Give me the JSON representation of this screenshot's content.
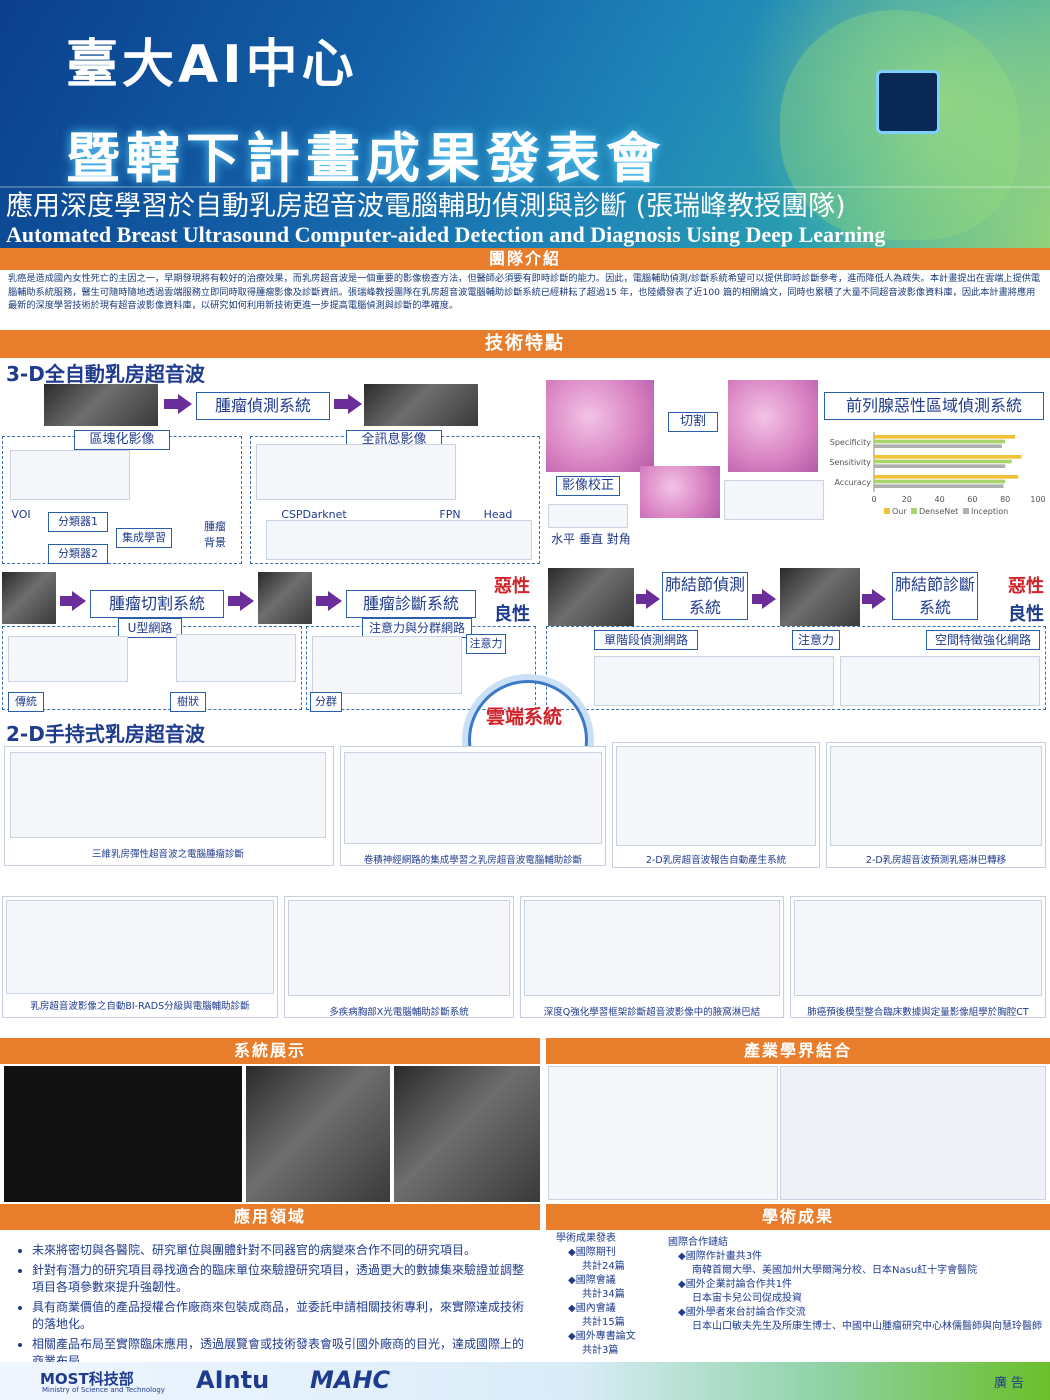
{
  "header": {
    "logo": "臺大AI中心",
    "title": "暨轄下計畫成果發表會",
    "subtitle_zh": "應用深度學習於自動乳房超音波電腦輔助偵測與診斷 (張瑞峰教授團隊)",
    "subtitle_en": "Automated Breast Ultrasound Computer-aided Detection and Diagnosis Using Deep Learning"
  },
  "intro": {
    "title": "團隊介紹",
    "text": "乳癌是造成國內女性死亡的主因之一，早期發現將有較好的治療效果，而乳房超音波是一個重要的影像檢查方法，但醫師必須要有即時診斷的能力。因此，電腦輔助偵測/診斷系統希望可以提供即時診斷參考，進而降低人為疏失。本計畫提出在雲端上提供電腦輔助系統服務，醫生可隨時隨地透過雲端服務立即同時取得腫瘤影像及診斷資訊。張瑞峰教授團隊在乳房超音波電腦輔助診斷系統已經耕耘了超過15 年，也陸續發表了近100 篇的相關論文，同時也累積了大量不同超音波影像資料庫，因此本計畫將應用最新的深度學習技術於現有超音波影像資料庫，以研究如何利用新技術更進一步提高電腦偵測與診斷的準確度。"
  },
  "tech": {
    "title": "技術特點",
    "section_3d": "3-D全自動乳房超音波",
    "section_2d": "2-D手持式乳房超音波",
    "tumor_detection": "腫瘤偵測系統",
    "prostate": "前列腺惡性區域偵測系統",
    "regionalized": "區塊化影像",
    "full_info": "全訊息影像",
    "cut": "切割",
    "correction": "影像校正",
    "planes": "水平 垂直 對角",
    "classifier1": "分類器1",
    "classifier2": "分類器2",
    "ensemble": "集成學習",
    "tumor": "腫瘤",
    "background": "背景",
    "voi": "VOI",
    "tumor_seg": "腫瘤切割系統",
    "tumor_dx": "腫瘤診斷系統",
    "malignant": "惡性",
    "benign": "良性",
    "lung_detect": "肺結節偵測系統",
    "lung_dx": "肺結節診斷系統",
    "unet": "U型網路",
    "attention_group": "注意力與分群網路",
    "attention": "注意力",
    "single_stage": "單階段偵測網路",
    "spatial": "空間特徵強化網路",
    "traditional": "傳統",
    "tree": "樹狀",
    "group": "分群",
    "cloud": "雲端系統",
    "cspdarknet": "CSPDarknet",
    "fpn": "FPN",
    "head": "Head",
    "specificity": "Specificity",
    "sensitivity": "Sensitivity",
    "accuracy": "Accuracy"
  },
  "chart_data": {
    "type": "bar",
    "categories": [
      "Specificity",
      "Sensitivity",
      "Accuracy"
    ],
    "series": [
      {
        "name": "Our",
        "values": [
          86,
          90,
          88
        ],
        "color": "#f2c13a"
      },
      {
        "name": "DenseNet",
        "values": [
          80,
          84,
          80
        ],
        "color": "#a7d46b"
      },
      {
        "name": "Inception",
        "values": [
          78,
          80,
          79
        ],
        "color": "#b0b0b0"
      }
    ],
    "xlim": [
      0,
      100
    ],
    "xticks": [
      0,
      20,
      40,
      60,
      80,
      100
    ]
  },
  "captions_2d": [
    "三維乳房彈性超音波之電腦腫瘤診斷",
    "卷積神經網路的集成學習之乳房超音波電腦輔助診斷",
    "2-D乳房超音波報告自動產生系統",
    "2-D乳房超音波預測乳癌淋巴轉移"
  ],
  "captions_row3": [
    "乳房超音波影像之自動BI-RADS分級與電腦輔助診斷",
    "多疾病胸部X光電腦輔助診斷系統",
    "深度Q強化學習框架診斷超音波影像中的腋窩淋巴結",
    "肺癌預後模型整合臨床數據與定量影像組學於胸腔CT"
  ],
  "sections": {
    "system_demo": "系統展示",
    "industry": "產業學界結合",
    "application": "應用領域",
    "results": "學術成果"
  },
  "application_items": [
    "未來將密切與各醫院、研究單位與團體針對不同器官的病變來合作不同的研究項目。",
    "針對有潛力的研究項目尋找適合的臨床單位來驗證研究項目，透過更大的數據集來驗證並調整項目各項參數來提升強韌性。",
    "具有商業價值的產品授權合作廠商來包裝成商品，並委託申請相關技術專利，來實際達成技術的落地化。",
    "相關產品布局至實際臨床應用，透過展覽會或技術發表會吸引國外廠商的目光，達成國際上的商業布局。"
  ],
  "results_left": {
    "head": "學術成果發表",
    "items": [
      {
        "label": "◆國際期刊",
        "value": "共計24篇"
      },
      {
        "label": "◆國際會議",
        "value": "共計34篇"
      },
      {
        "label": "◆國內會議",
        "value": "共計15篇"
      },
      {
        "label": "◆國外專書論文",
        "value": "共計3篇"
      }
    ]
  },
  "results_right": {
    "head": "國際合作鏈結",
    "line1": "◆國際作計畫共3件",
    "line2": "南韓首爾大學、美國加州大學爾灣分校、日本Nasu紅十字會醫院",
    "line3": "◆國外企業討論合作共1件",
    "line4": "日本宙卡兒公司促成投資",
    "line5": "◆國外學者來台討論合作交流",
    "line6": "日本山口敏夫先生及所康生博士、中國中山腫瘤研究中心林儒醫師與向慧玲醫師"
  },
  "footer": {
    "most": "MOST科技部",
    "most_sub": "Ministry of Science and Technology",
    "aintu": "AIntu",
    "mahc": "MAHC",
    "ad": "廣告"
  }
}
